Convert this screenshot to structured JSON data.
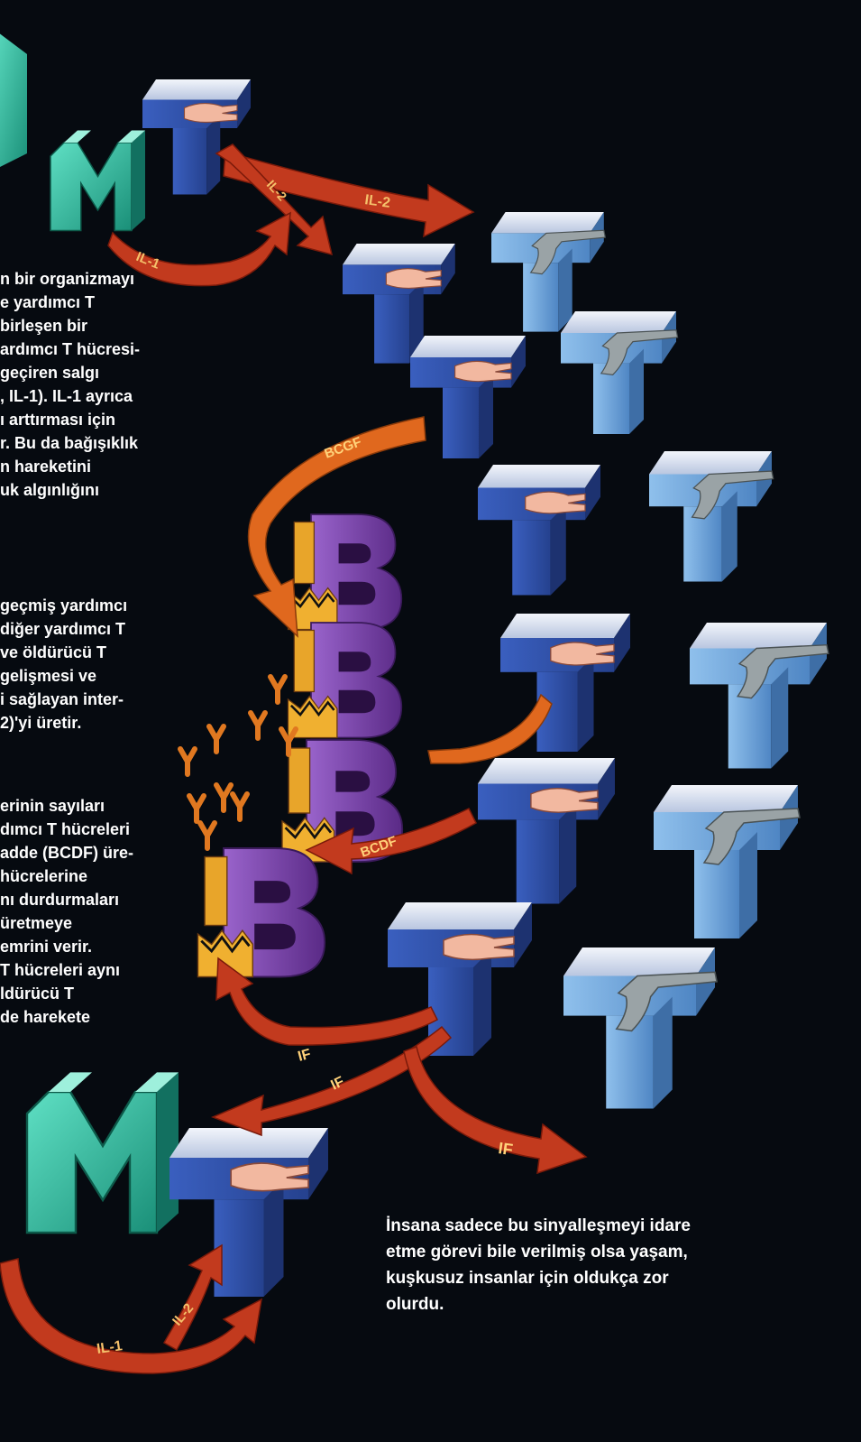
{
  "text_blocks": [
    {
      "lines": [
        "n bir organizmayı",
        "e yardımcı T",
        "birleşen bir",
        "ardımcı T hücresi-",
        "geçiren salgı",
        ", IL-1). IL-1 ayrıca",
        "ı arttırması için",
        "r. Bu da bağışıklık",
        "n hareketini",
        "uk algınlığını"
      ]
    },
    {
      "lines": [
        "geçmiş yardımcı",
        "diğer yardımcı T",
        "ve öldürücü T",
        "gelişmesi ve",
        "i sağlayan inter-",
        "2)'yi üretir."
      ]
    },
    {
      "lines": [
        "erinin sayıları",
        "dımcı T hücreleri",
        "adde (BCDF) üre-",
        "hücrelerine",
        "nı durdurmaları",
        "üretmeye",
        "emrini verir.",
        "T hücreleri aynı",
        "ldürücü T",
        "de harekete"
      ]
    }
  ],
  "caption_lines": [
    "İnsana sadece bu sinyalleşmeyi idare",
    "etme görevi bile verilmiş olsa yaşam,",
    "kuşkusuz insanlar için oldukça zor",
    "olurdu."
  ],
  "arrow_labels": {
    "il2_top": "IL-2",
    "il2_diag": "IL-2",
    "il1_top": "IL-1",
    "bcgf": "BCGF",
    "bcdf": "BCDF",
    "if_1": "IF",
    "if_2": "IF",
    "if_3": "IF",
    "il1_bottom": "IL-1",
    "il2_bottom": "IL-2"
  },
  "colors": {
    "background": "#060a10",
    "arrow_red": "#c23a1e",
    "arrow_orange": "#e0681e",
    "macrophage_green": "#2db49a",
    "helper_t_blue": "#2f4fa8",
    "killer_t_light_blue": "#6fa4d8",
    "b_cell_purple": "#7a3fa6",
    "factory_yellow": "#e8a52a"
  },
  "icons": [
    "hand-icon",
    "pistol-icon",
    "factory-icon",
    "antibody-icon"
  ]
}
